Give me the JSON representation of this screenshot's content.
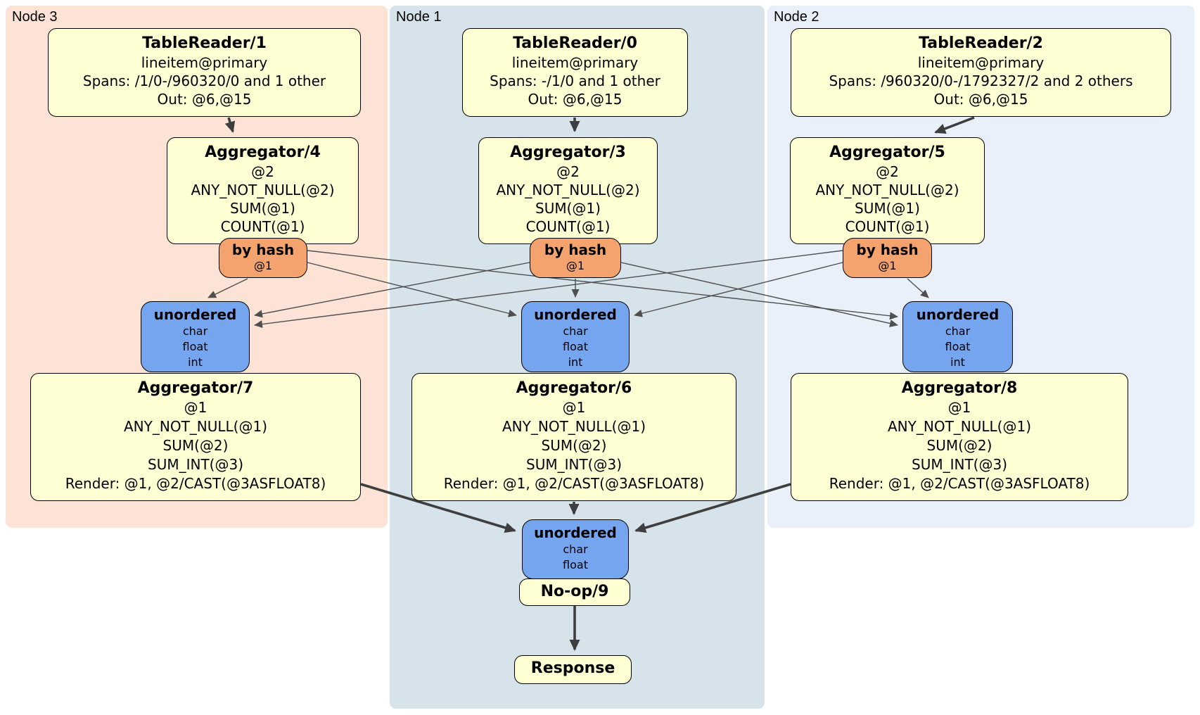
{
  "panels": {
    "node3": {
      "label": "Node 3"
    },
    "node1": {
      "label": "Node 1"
    },
    "node2": {
      "label": "Node 2"
    }
  },
  "processors": {
    "tr1": {
      "title": "TableReader/1",
      "lines": [
        "lineitem@primary",
        "Spans: /1/0-/960320/0 and 1 other",
        "Out: @6,@15"
      ]
    },
    "tr0": {
      "title": "TableReader/0",
      "lines": [
        "lineitem@primary",
        "Spans: -/1/0 and 1 other",
        "Out: @6,@15"
      ]
    },
    "tr2": {
      "title": "TableReader/2",
      "lines": [
        "lineitem@primary",
        "Spans: /960320/0-/1792327/2 and 2 others",
        "Out: @6,@15"
      ]
    },
    "agg4": {
      "title": "Aggregator/4",
      "lines": [
        "@2",
        "ANY_NOT_NULL(@2)",
        "SUM(@1)",
        "COUNT(@1)"
      ]
    },
    "agg3": {
      "title": "Aggregator/3",
      "lines": [
        "@2",
        "ANY_NOT_NULL(@2)",
        "SUM(@1)",
        "COUNT(@1)"
      ]
    },
    "agg5": {
      "title": "Aggregator/5",
      "lines": [
        "@2",
        "ANY_NOT_NULL(@2)",
        "SUM(@1)",
        "COUNT(@1)"
      ]
    },
    "agg7": {
      "title": "Aggregator/7",
      "lines": [
        "@1",
        "ANY_NOT_NULL(@1)",
        "SUM(@2)",
        "SUM_INT(@3)",
        "Render: @1, @2/CAST(@3ASFLOAT8)"
      ]
    },
    "agg6": {
      "title": "Aggregator/6",
      "lines": [
        "@1",
        "ANY_NOT_NULL(@1)",
        "SUM(@2)",
        "SUM_INT(@3)",
        "Render: @1, @2/CAST(@3ASFLOAT8)"
      ]
    },
    "agg8": {
      "title": "Aggregator/8",
      "lines": [
        "@1",
        "ANY_NOT_NULL(@1)",
        "SUM(@2)",
        "SUM_INT(@3)",
        "Render: @1, @2/CAST(@3ASFLOAT8)"
      ]
    },
    "noop9": {
      "title": "No-op/9"
    },
    "response": {
      "title": "Response"
    }
  },
  "routers": {
    "hash_node3": {
      "title": "by hash",
      "detail": "@1"
    },
    "hash_node1": {
      "title": "by hash",
      "detail": "@1"
    },
    "hash_node2": {
      "title": "by hash",
      "detail": "@1"
    }
  },
  "syncs": {
    "unordered_node3": {
      "title": "unordered",
      "types": [
        "char",
        "float",
        "int"
      ]
    },
    "unordered_node1": {
      "title": "unordered",
      "types": [
        "char",
        "float",
        "int"
      ]
    },
    "unordered_node2": {
      "title": "unordered",
      "types": [
        "char",
        "float",
        "int"
      ]
    },
    "unordered_final": {
      "title": "unordered",
      "types": [
        "char",
        "float"
      ]
    }
  },
  "colors": {
    "node3_panel": "#fce3d6",
    "node1_panel": "#d6e3eb",
    "node2_panel": "#eaf0fa",
    "processor_fill": "#ffffd4",
    "router_fill": "#f4a26e",
    "sync_fill": "#76a5f0",
    "box_border": "#000000",
    "edge_thin": "#4f4f4f",
    "edge_thick": "#3e3e3e"
  }
}
